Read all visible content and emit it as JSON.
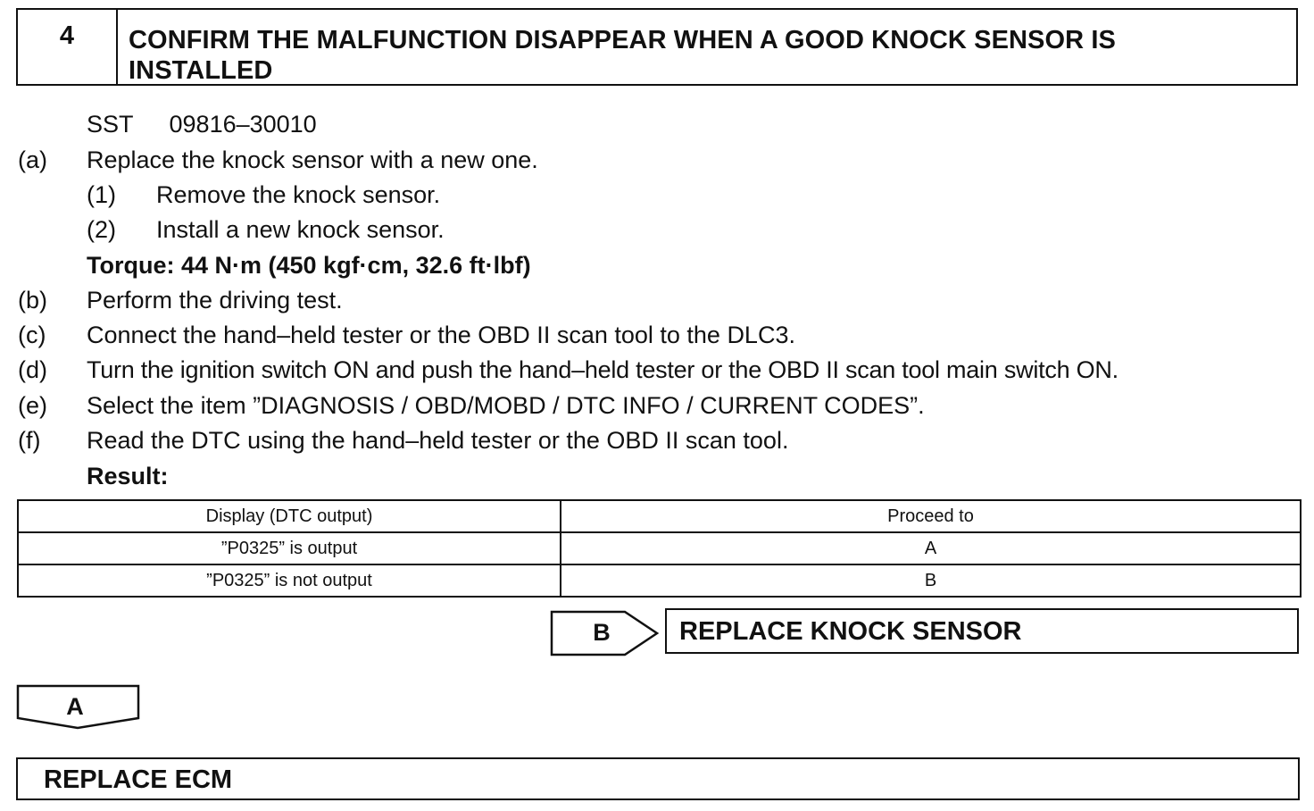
{
  "step": {
    "number": "4",
    "title_line1": "CONFIRM THE MALFUNCTION DISAPPEAR WHEN A GOOD KNOCK SENSOR IS",
    "title_line2": "INSTALLED"
  },
  "sst": {
    "label": "SST",
    "value": "09816–30010"
  },
  "instructions": [
    {
      "marker": "(a)",
      "text": "Replace the knock sensor with a new one."
    },
    {
      "marker": "(1)",
      "text": "Remove the knock sensor."
    },
    {
      "marker": "(2)",
      "text": "Install a new knock sensor."
    },
    {
      "marker": "",
      "text": "Torque: 44 N·m (450 kgf·cm, 32.6 ft·lbf)"
    },
    {
      "marker": "(b)",
      "text": "Perform the driving test."
    },
    {
      "marker": "(c)",
      "text": "Connect the hand–held tester or the OBD II scan tool to the DLC3."
    },
    {
      "marker": "(d)",
      "text": "Turn the ignition switch ON and push the hand–held tester or the OBD II scan tool main switch ON."
    },
    {
      "marker": "(e)",
      "text": "Select the item ”DIAGNOSIS / OBD/MOBD / DTC INFO / CURRENT CODES”."
    },
    {
      "marker": "(f)",
      "text": "Read the DTC using the hand–held tester or the OBD II scan tool."
    }
  ],
  "result": {
    "label": "Result:",
    "headers": [
      "Display (DTC output)",
      "Proceed to"
    ],
    "rows": [
      [
        "”P0325” is output",
        "A"
      ],
      [
        "”P0325” is not output",
        "B"
      ]
    ]
  },
  "branch_b": {
    "letter": "B",
    "action": "REPLACE KNOCK SENSOR"
  },
  "branch_a": {
    "letter": "A",
    "action": "REPLACE ECM"
  }
}
